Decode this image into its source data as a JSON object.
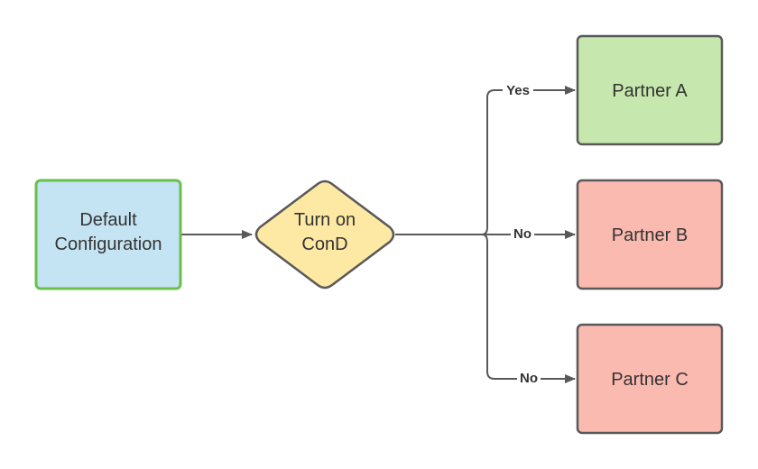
{
  "nodes": {
    "default_config": {
      "line1": "Default",
      "line2": "Configuration",
      "fill": "#c4e3f3",
      "stroke": "#6cbf4a"
    },
    "decision": {
      "line1": "Turn on",
      "line2": "ConD",
      "fill": "#fde9a3",
      "stroke": "#595959"
    },
    "partner_a": {
      "label": "Partner A",
      "fill": "#c6e7ad",
      "stroke": "#595959"
    },
    "partner_b": {
      "label": "Partner B",
      "fill": "#fbbab0",
      "stroke": "#595959"
    },
    "partner_c": {
      "label": "Partner C",
      "fill": "#fbbab0",
      "stroke": "#595959"
    }
  },
  "edges": {
    "yes_label": "Yes",
    "no_b_label": "No",
    "no_c_label": "No",
    "line_color": "#595959"
  }
}
